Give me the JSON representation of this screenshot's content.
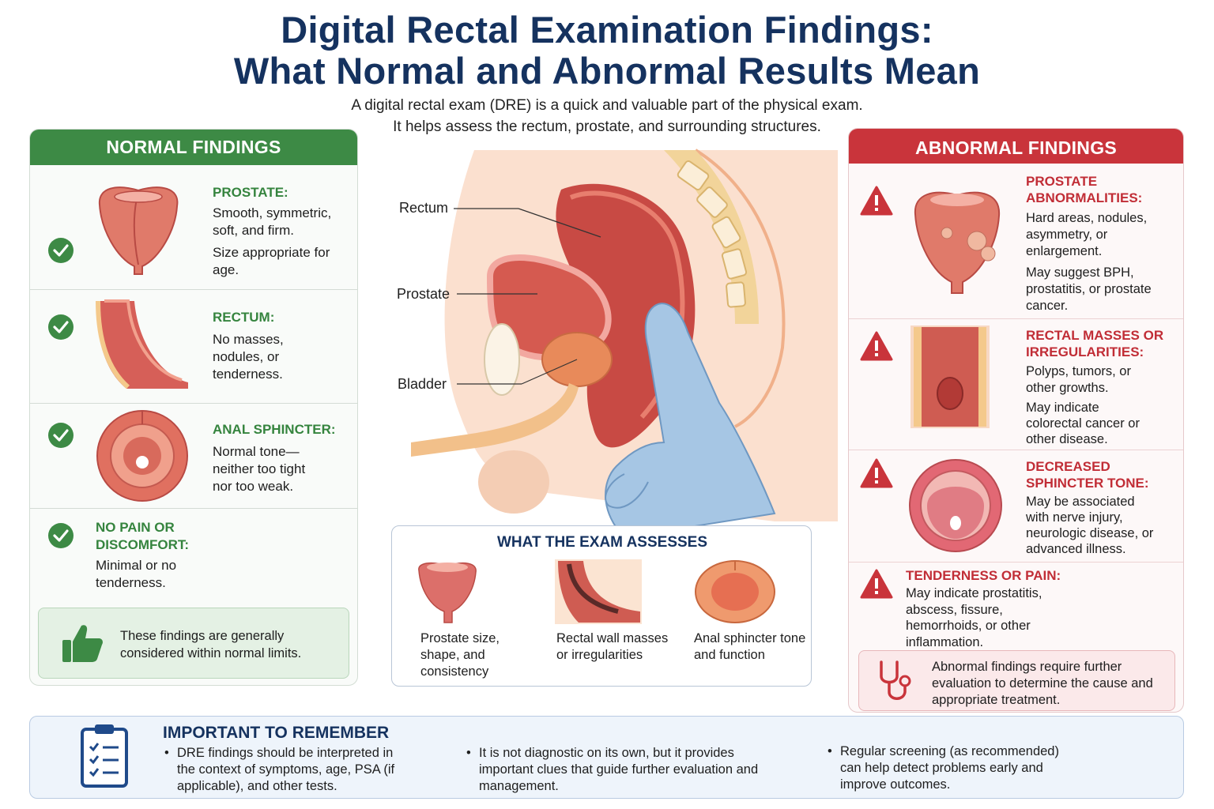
{
  "header": {
    "title_line1": "Digital Rectal Examination Findings:",
    "title_line2": "What Normal and Abnormal Results Mean",
    "subtitle_line1": "A digital rectal exam (DRE) is a quick and valuable part of the physical exam.",
    "subtitle_line2": "It helps assess the rectum, prostate, and surrounding structures."
  },
  "normal": {
    "title": "NORMAL FINDINGS",
    "items": [
      {
        "heading": "PROSTATE:",
        "text1": "Smooth, symmetric, soft, and firm.",
        "text2": "Size appropriate for age."
      },
      {
        "heading": "RECTUM:",
        "text1": "No masses, nodules, or tenderness."
      },
      {
        "heading": "ANAL SPHINCTER:",
        "text1": "Normal tone—neither too tight nor too weak."
      },
      {
        "heading": "NO PAIN OR DISCOMFORT:",
        "text1": "Minimal or no tenderness."
      }
    ],
    "note": "These findings are generally considered within normal limits."
  },
  "abnormal": {
    "title": "ABNORMAL FINDINGS",
    "items": [
      {
        "heading": "PROSTATE ABNORMALITIES:",
        "text1": "Hard areas, nodules, asymmetry, or enlargement.",
        "text2": "May suggest BPH, prostatitis, or prostate cancer."
      },
      {
        "heading": "RECTAL MASSES OR IRREGULARITIES:",
        "text1": "Polyps, tumors, or other growths.",
        "text2": "May indicate colorectal cancer or other disease."
      },
      {
        "heading": "DECREASED SPHINCTER TONE:",
        "text1": "May be associated with nerve injury, neurologic disease, or advanced illness."
      },
      {
        "heading": "TENDERNESS OR PAIN:",
        "text1": "May indicate prostatitis, abscess, fissure, hemorrhoids, or other inflammation."
      }
    ],
    "note": "Abnormal findings require further evaluation to determine the cause and appropriate treatment."
  },
  "anatomy": {
    "labels": {
      "rectum": "Rectum",
      "prostate": "Prostate",
      "bladder": "Bladder"
    }
  },
  "assess": {
    "title": "WHAT THE EXAM ASSESSES",
    "items": [
      {
        "caption": "Prostate size, shape, and consistency"
      },
      {
        "caption": "Rectal wall masses or irregularities"
      },
      {
        "caption": "Anal sphincter tone and function"
      }
    ]
  },
  "remember": {
    "title": "IMPORTANT TO REMEMBER",
    "bullets": [
      "DRE findings should be interpreted in the context of symptoms, age, PSA (if applicable), and other tests.",
      "It is not diagnostic on its own, but it provides important clues that guide further evaluation and management.",
      "Regular screening (as recommended) can help detect problems early and improve outcomes."
    ]
  },
  "colors": {
    "navy": "#15325f",
    "green": "#3d8a45",
    "red": "#c9343b"
  }
}
